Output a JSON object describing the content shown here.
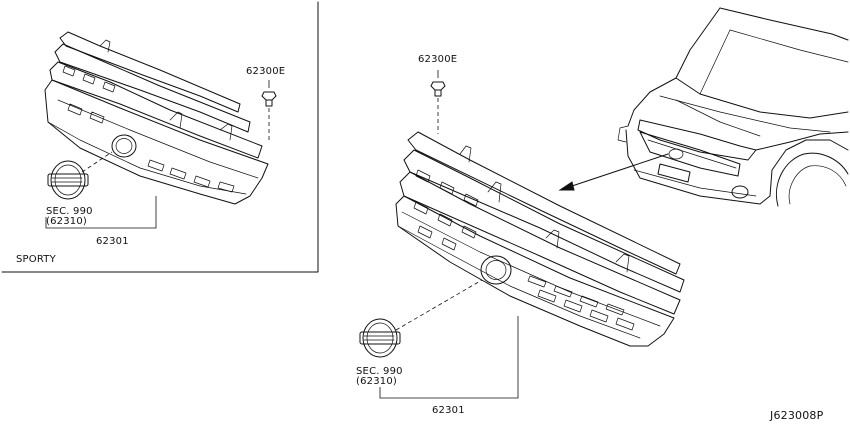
{
  "inset": {
    "variant_label": "SPORTY",
    "clip_label": "62300E",
    "emblem_ref_line1": "SEC. 990",
    "emblem_ref_line2": "(62310)",
    "grille_label": "62301"
  },
  "main": {
    "clip_label": "62300E",
    "emblem_ref_line1": "SEC. 990",
    "emblem_ref_line2": "(62310)",
    "grille_label": "62301"
  },
  "diagram_id": "J623008P"
}
